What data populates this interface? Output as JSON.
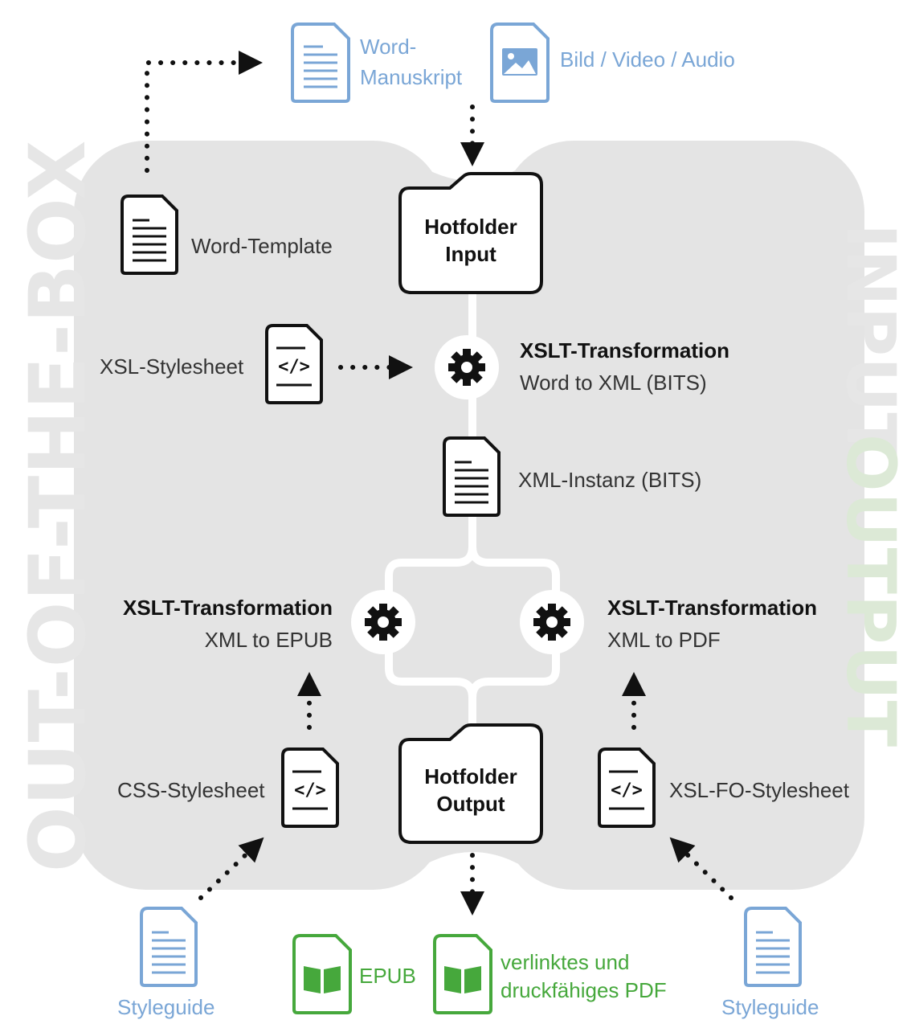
{
  "watermark": {
    "left_text": "OUT-OF-THE-BOX",
    "right_input": "INPUT",
    "right_output": "OUTPUT"
  },
  "sources": {
    "word_manuscript": [
      "Word-",
      "Manuskript"
    ],
    "media": "Bild / Video / Audio",
    "word_template": "Word-Template"
  },
  "hotfolder_input": [
    "Hotfolder",
    "Input"
  ],
  "hotfolder_output": [
    "Hotfolder",
    "Output"
  ],
  "xsl_stylesheet": "XSL-Stylesheet",
  "transform_main": {
    "title": "XSLT-Transformation",
    "subtitle": "Word to XML (BITS)"
  },
  "xml_instance": "XML-Instanz (BITS)",
  "transform_epub": {
    "title": "XSLT-Transformation",
    "subtitle": "XML to EPUB"
  },
  "transform_pdf": {
    "title": "XSLT-Transformation",
    "subtitle": "XML to PDF"
  },
  "css_stylesheet": "CSS-Stylesheet",
  "xslfo_stylesheet": "XSL-FO-Stylesheet",
  "styleguide_left": "Styleguide",
  "styleguide_right": "Styleguide",
  "outputs": {
    "epub": "EPUB",
    "pdf": [
      "verlinktes und",
      "druckfähiges PDF"
    ]
  },
  "colors": {
    "panel": "#e4e4e4",
    "blue": "#7aa6d6",
    "green": "#46a83c",
    "watermark_left": "#e6e6e6",
    "watermark_input": "#e6e6e6",
    "watermark_output": "#dce9d6",
    "ink": "#111111"
  }
}
